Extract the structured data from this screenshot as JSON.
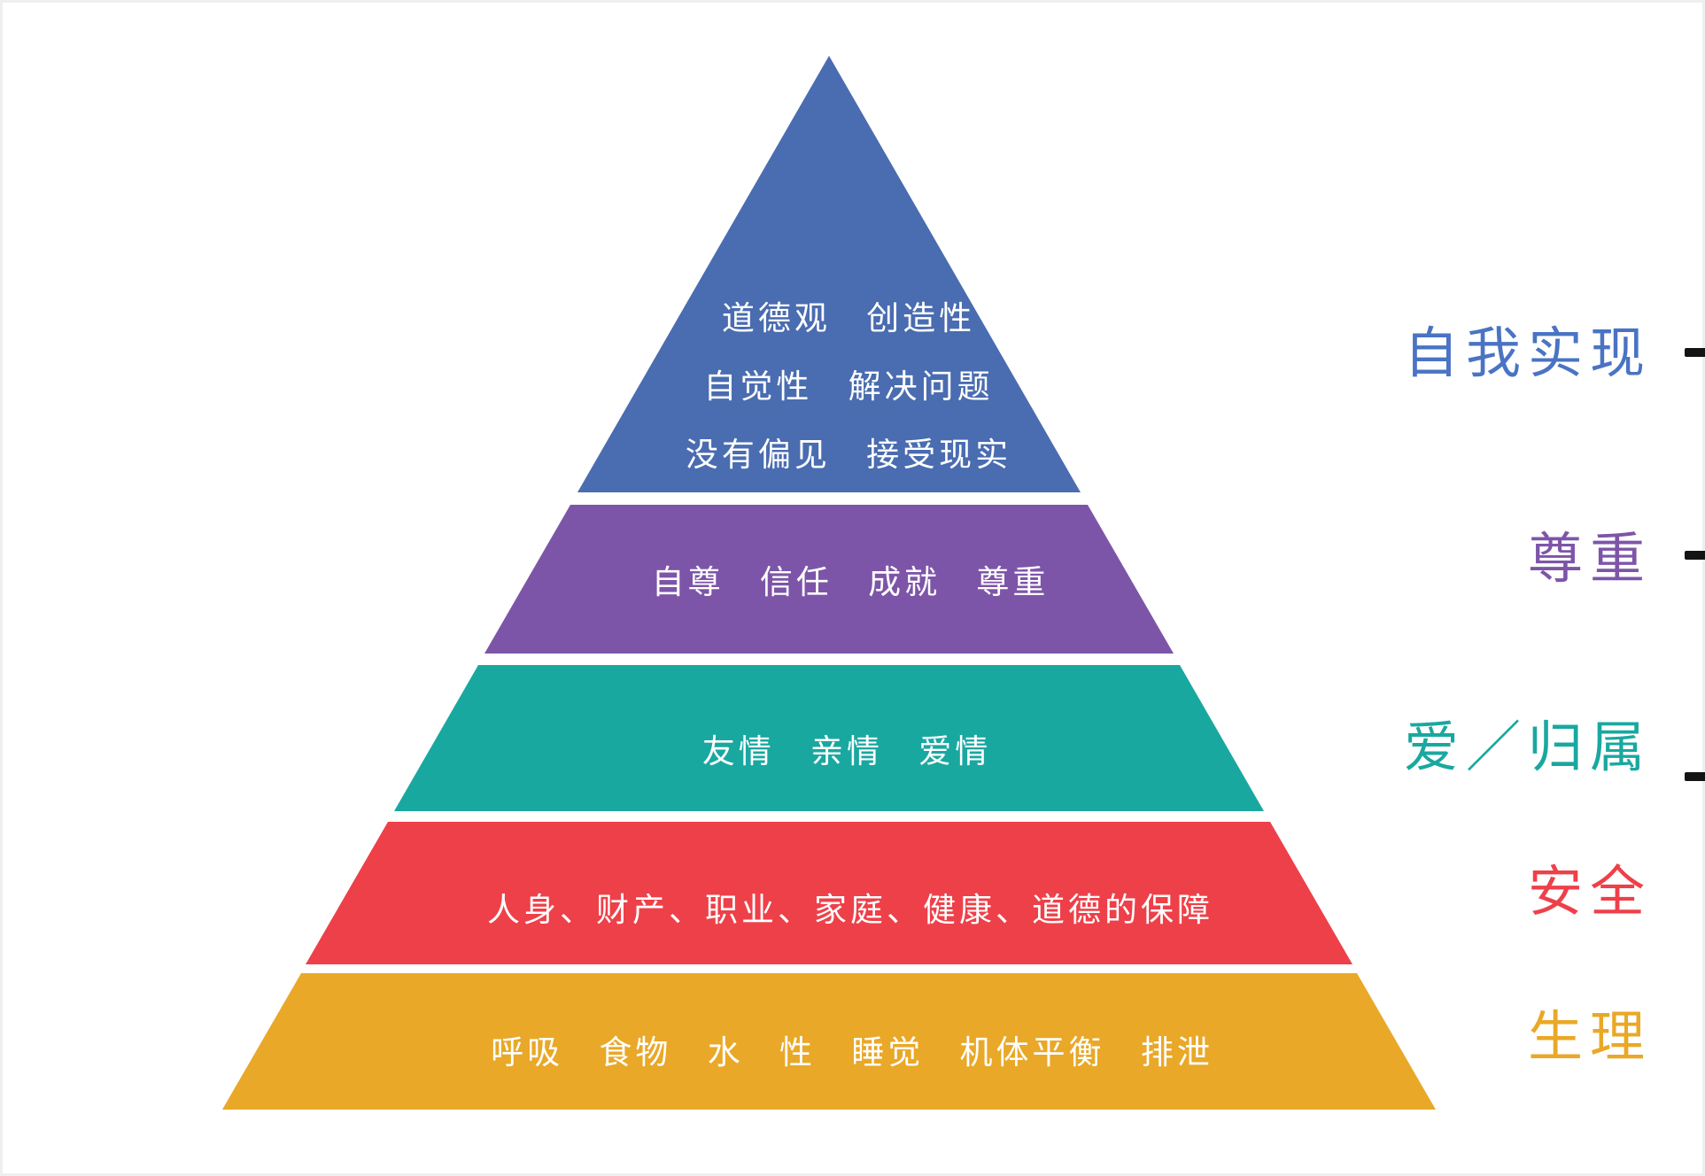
{
  "pyramid": {
    "levels": [
      {
        "name": "self-actualization",
        "side_label": "自我实现",
        "band_color": "#4a6cb0",
        "label_color": "#4a73c3",
        "lines": [
          "道德观 创造性",
          "自觉性 解决问题",
          "没有偏见 接受现实"
        ]
      },
      {
        "name": "esteem",
        "side_label": "尊重",
        "band_color": "#7d55a8",
        "label_color": "#7d55a8",
        "lines": [
          "自尊 信任 成就 尊重"
        ]
      },
      {
        "name": "love-belonging",
        "side_label": "爱／归属",
        "band_color": "#19a8a0",
        "label_color": "#19a8a0",
        "lines": [
          "友情 亲情 爱情"
        ]
      },
      {
        "name": "safety",
        "side_label": "安全",
        "band_color": "#ee4049",
        "label_color": "#ee4049",
        "lines": [
          "人身、财产、职业、家庭、健康、道德的保障"
        ]
      },
      {
        "name": "physiological",
        "side_label": "生理",
        "band_color": "#e9a827",
        "label_color": "#e9a827",
        "lines": [
          "呼吸 食物 水 性 睡觉 机体平衡 排泄"
        ]
      }
    ]
  },
  "decorations": {
    "edge_tick_color": "#141414",
    "page_border_color": "#efefef",
    "background_color": "#ffffff"
  }
}
